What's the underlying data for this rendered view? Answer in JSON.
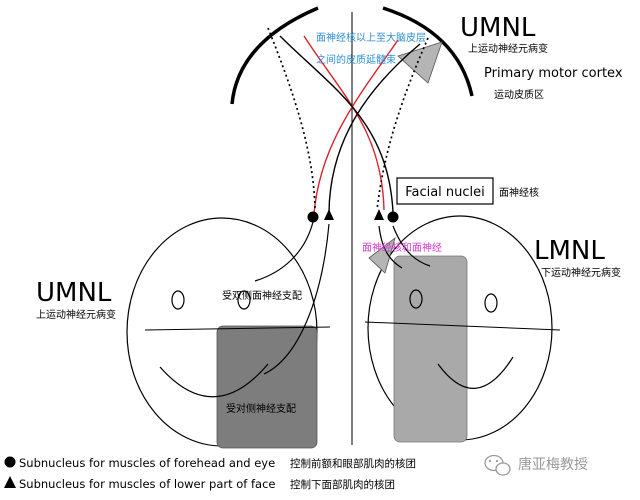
{
  "labels": {
    "umnl_top": "UMNL",
    "umnl_top_cn": "上运动神经元病变",
    "motor_cortex": "Primary motor cortex",
    "motor_cortex_cn": "运动皮质区",
    "blue_line1": "面神经核以上至大脑皮层",
    "blue_line2": "之间的皮质延髓束",
    "facial_nuclei": "Facial nuclei",
    "facial_nuclei_cn": "面神经核",
    "facial_nerve_cn": "面神经核和面神经",
    "lmnl": "LMNL",
    "lmnl_cn": "下运动神经元病变",
    "umnl_left": "UMNL",
    "umnl_left_cn": "上运动神经元病变",
    "bilateral_cn": "受双侧面神经支配",
    "contralateral_cn": "受对侧神经支配"
  },
  "legend": {
    "circle_label": "Subnucleus for muscles of forehead and eye",
    "circle_cn": "控制前额和眼部肌肉的核团",
    "triangle_label": "Subnucleus for muscles of lower part of face",
    "triangle_cn": "控制下面部肌肉的核团"
  },
  "watermark": {
    "text": "唐亚梅教授"
  },
  "colors": {
    "line": "#000000",
    "red_path": "#d8232a",
    "blue_text": "#2e8fd6",
    "magenta_text": "#d43ad0",
    "shade": "#7d7d7d",
    "lesion": "#a9a9a9"
  },
  "icons": {
    "legend_circle": "filled-circle-icon",
    "legend_triangle": "filled-triangle-icon",
    "watermark": "wechat-icon"
  }
}
